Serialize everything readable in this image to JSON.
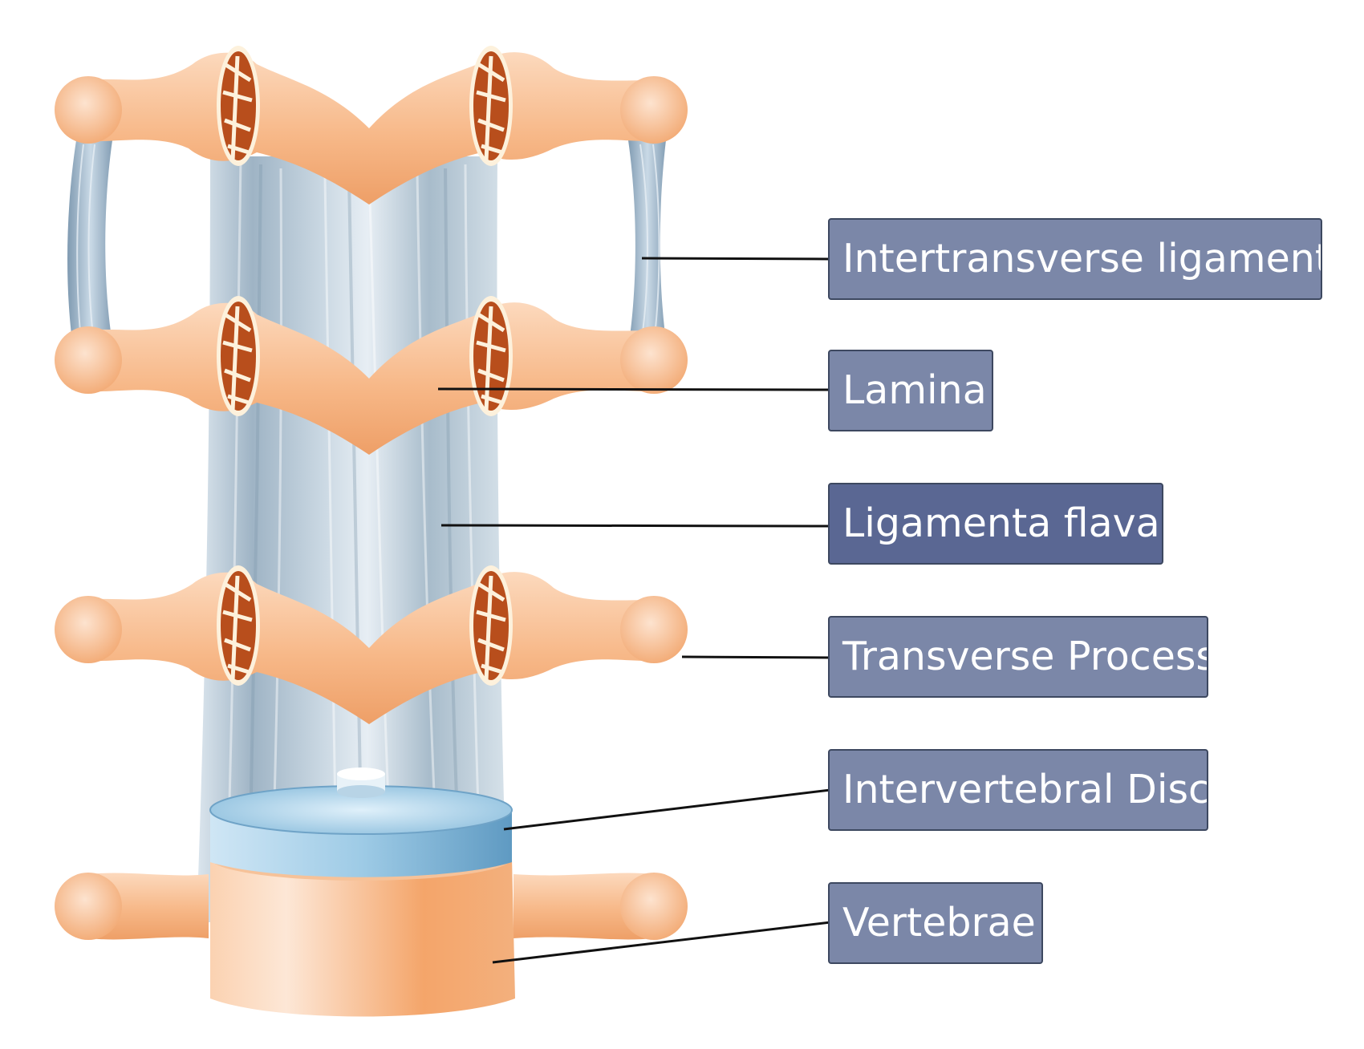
{
  "labels": {
    "intertransverse_ligament": "Intertransverse ligament",
    "lamina": "Lamina",
    "ligamenta_flava": "Ligamenta flava",
    "transverse_process": "Transverse Process",
    "intervertebral_disc": "Intervertebral Disc",
    "vertebrae": "Vertebrae"
  },
  "colors": {
    "label_fill": "#7b87a8",
    "label_fill_highlight": "#5a6793",
    "label_border": "#3d4860",
    "bone": "#f6b585",
    "bone_dark": "#e8935a",
    "bone_light": "#fbd6b8",
    "cancellous": "#b84e1c",
    "ligament": "#b3c6d6",
    "ligament_dark": "#8aa3b6",
    "disc": "#8dbcda",
    "leader_line": "#111111"
  }
}
